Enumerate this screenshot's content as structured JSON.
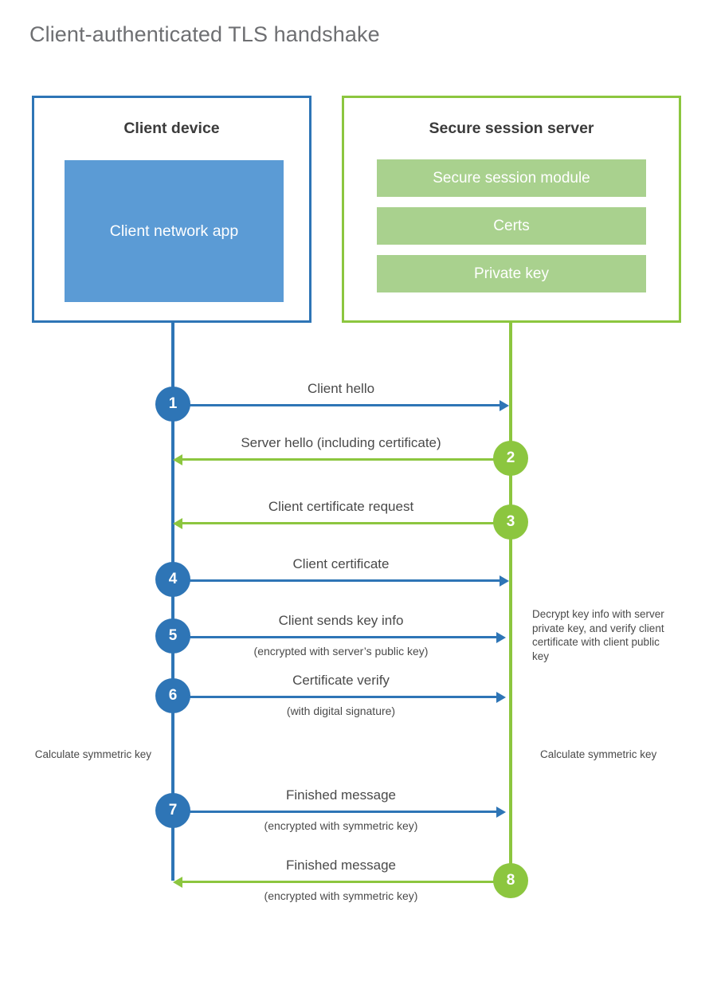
{
  "title": "Client-authenticated TLS handshake",
  "colors": {
    "client_blue": "#2e75b6",
    "client_app_fill": "#5b9bd5",
    "server_green": "#8cc63f",
    "server_item_fill": "#a9d18e",
    "text_gray": "#4a4a4a",
    "title_gray": "#6e6f72"
  },
  "client": {
    "title": "Client device",
    "app_label": "Client network app"
  },
  "server": {
    "title": "Secure session server",
    "items": [
      {
        "label": "Secure session module"
      },
      {
        "label": "Certs"
      },
      {
        "label": "Private key"
      }
    ]
  },
  "steps": [
    {
      "number": "1",
      "label": "Client hello",
      "sub": "",
      "direction": "client-to-server",
      "color": "#2e75b6"
    },
    {
      "number": "2",
      "label": "Server hello (including certificate)",
      "sub": "",
      "direction": "server-to-client",
      "color": "#8cc63f"
    },
    {
      "number": "3",
      "label": "Client certificate request",
      "sub": "",
      "direction": "server-to-client",
      "color": "#8cc63f"
    },
    {
      "number": "4",
      "label": "Client certificate",
      "sub": "",
      "direction": "client-to-server",
      "color": "#2e75b6"
    },
    {
      "number": "5",
      "label": "Client sends key info",
      "sub": "(encrypted with server’s public key)",
      "direction": "client-to-server",
      "color": "#2e75b6"
    },
    {
      "number": "6",
      "label": "Certificate verify",
      "sub": "(with digital signature)",
      "direction": "client-to-server",
      "color": "#2e75b6"
    },
    {
      "number": "7",
      "label": "Finished message",
      "sub": "(encrypted with symmetric key)",
      "direction": "client-to-server",
      "color": "#2e75b6"
    },
    {
      "number": "8",
      "label": "Finished message",
      "sub": "(encrypted with symmetric key)",
      "direction": "server-to-client",
      "color": "#8cc63f"
    }
  ],
  "notes": {
    "server_decrypt": "Decrypt key info with server private key, and verify client certificate with client public key",
    "client_calculate": "Calculate symmetric key",
    "server_calculate": "Calculate symmetric key"
  }
}
